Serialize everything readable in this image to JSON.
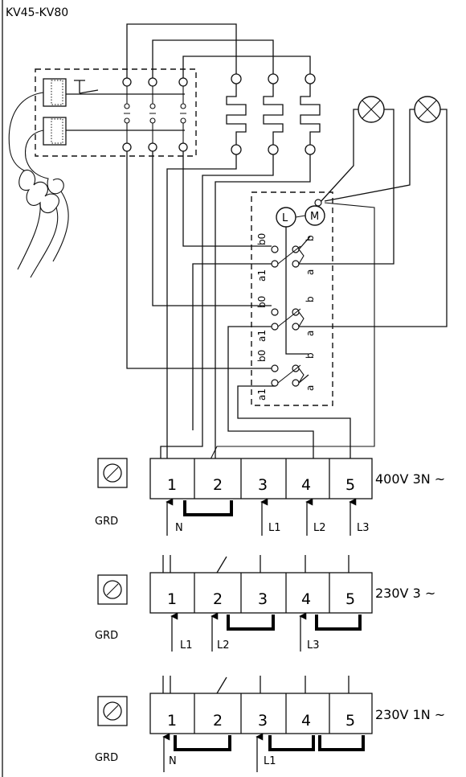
{
  "title": "KV45-KV80",
  "grd_label": "GRD",
  "terminal_numbers": [
    "1",
    "2",
    "3",
    "4",
    "5"
  ],
  "motor_label": "M",
  "indicator_label": "L",
  "switch_labels": {
    "s1_b0": "b0",
    "s1_a1": "a1",
    "s1_b": "b",
    "s1_a": "a",
    "s2_b0": "b0",
    "s2_a1": "a1",
    "s2_b": "b",
    "s2_a": "a",
    "s3_b0": "b0",
    "s3_a1": "a1",
    "s3_b": "b",
    "s3_a": "a"
  },
  "blocks": [
    {
      "voltage": "400V 3N ~",
      "phases": [
        "N",
        "L1",
        "L2",
        "L3"
      ]
    },
    {
      "voltage": "230V 3 ~",
      "phases": [
        "L1",
        "L2",
        "L3"
      ]
    },
    {
      "voltage": "230V 1N ~",
      "phases": [
        "N",
        "L1"
      ]
    }
  ]
}
